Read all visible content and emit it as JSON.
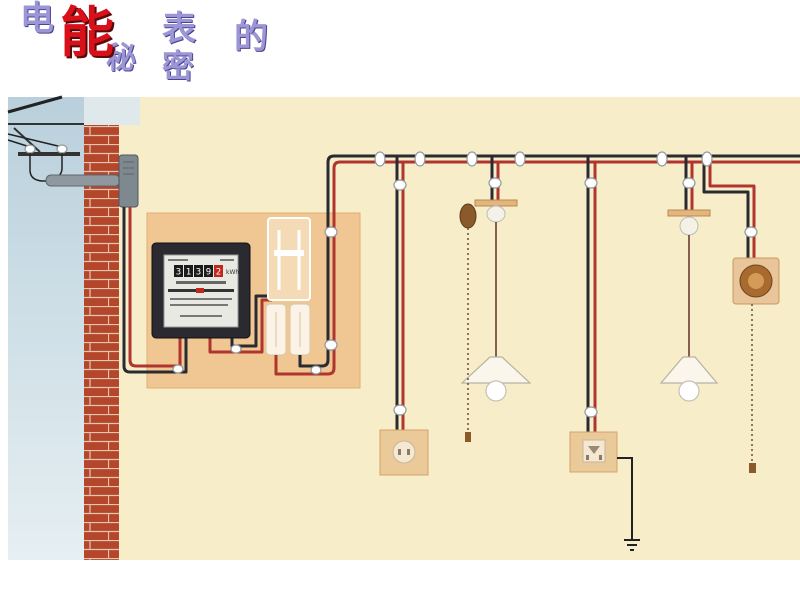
{
  "title": {
    "chars": [
      "电",
      "能",
      "秘",
      "表",
      "的",
      "密"
    ]
  },
  "meter": {
    "unit": "kWh",
    "reading": [
      "3",
      "1",
      "3",
      "9",
      "2"
    ]
  },
  "colors": {
    "title_red": "#d8101a",
    "title_lavender": "#9d96d6",
    "wire_red": "#b0352e",
    "wire_dark": "#2a2a33",
    "meter_board": "#f0c692",
    "background": "#f7eec9"
  }
}
